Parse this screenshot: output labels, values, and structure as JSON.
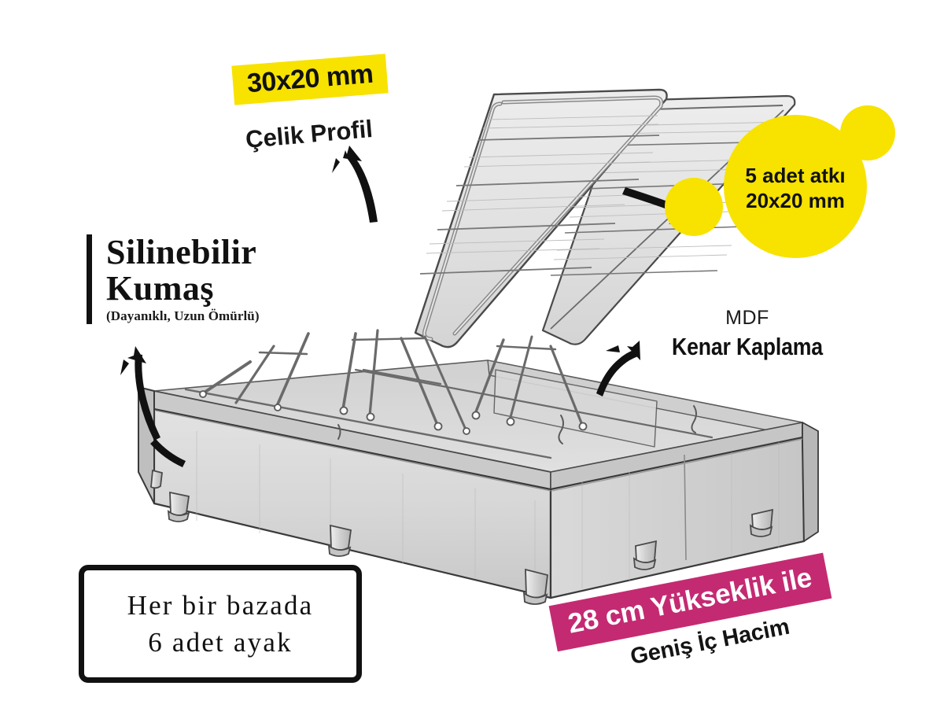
{
  "colors": {
    "yellow": "#F7E200",
    "pink": "#C42A72",
    "ink": "#111111",
    "fabric_light": "#E6E6E6",
    "fabric_mid": "#D2D2D2",
    "fabric_dark": "#BEBEBE",
    "steel": "#C9C9C9",
    "background": "#FFFFFF"
  },
  "callouts": {
    "steel_profile": {
      "banner_text": "30x20 mm",
      "sub_label": "Çelik Profil",
      "arrow": "curved-arrow-up-right"
    },
    "slats": {
      "line1": "5 adet atkı",
      "line2": "20x20 mm",
      "arrow": "curved-arrow-right"
    },
    "fabric": {
      "line1": "Silinebilir",
      "line2": "Kumaş",
      "note": "(Dayanıklı, Uzun Ömürlü)",
      "arrow": "curved-arrow-up-left"
    },
    "mdf": {
      "top": "MDF",
      "main": "Kenar Kaplama",
      "arrow": "curved-arrow-up-right"
    },
    "feet": {
      "line1": "Her bir bazada",
      "line2": "6 adet ayak"
    },
    "height": {
      "banner": "28 cm Yükseklik ile",
      "sub": "Geniş İç Hacim"
    }
  },
  "illustration": {
    "name": "storage-bed-base-lifted",
    "description": "Line-art of an upholstered storage bed base with the slatted steel platform lifted open on gas pistons",
    "legs_visible": 6,
    "compartments": 2
  }
}
